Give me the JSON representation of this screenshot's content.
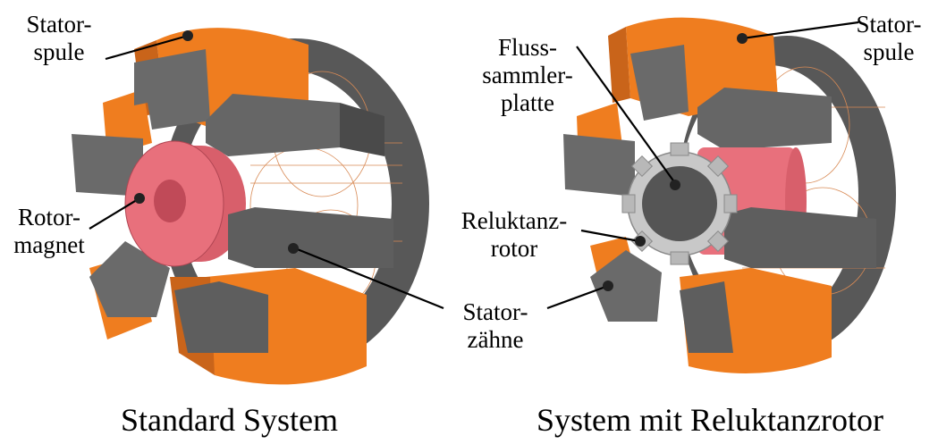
{
  "left_figure": {
    "caption": "Standard System",
    "labels": {
      "statorspule": [
        "Stator-",
        "spule"
      ],
      "rotormagnet": [
        "Rotor-",
        "magnet"
      ],
      "statorzaehne": [
        "Stator-",
        "zähne"
      ]
    }
  },
  "right_figure": {
    "caption": "System mit Reluktanzrotor",
    "labels": {
      "statorspule": [
        "Stator-",
        "spule"
      ],
      "flusssammlerplatte": [
        "Fluss-",
        "sammler-",
        "platte"
      ],
      "reluktanzrotor": [
        "Reluktanz-",
        "rotor"
      ]
    }
  },
  "colors": {
    "coil_orange": "#ef7d1f",
    "coil_orange_dark": "#c9641a",
    "tooth_gray": "#6a6a6a",
    "tooth_gray_dark": "#4a4a4a",
    "yoke_gray": "#555555",
    "rotor_pink": "#e8707c",
    "plate_silver": "#c8c8c8"
  }
}
